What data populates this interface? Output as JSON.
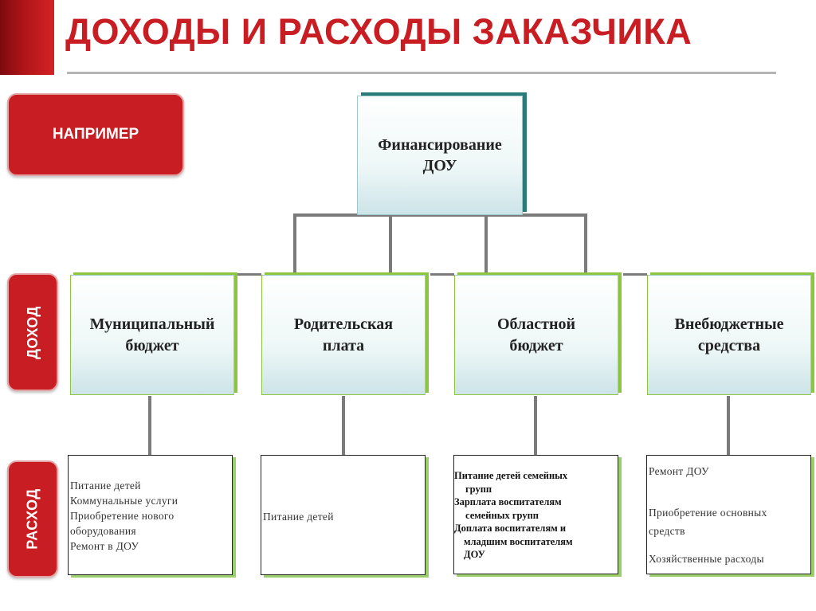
{
  "header": {
    "title": "ДОХОДЫ И РАСХОДЫ ЗАКАЗЧИКА"
  },
  "labels": {
    "example": "НАПРИМЕР",
    "income": "ДОХОД",
    "expense": "РАСХОД"
  },
  "root": {
    "lines": [
      "Финансирование",
      "ДОУ"
    ]
  },
  "sources": [
    {
      "lines": [
        "Муниципальный",
        "бюджет"
      ]
    },
    {
      "lines": [
        "Родительская",
        "плата"
      ]
    },
    {
      "lines": [
        "Областной",
        "бюджет"
      ]
    },
    {
      "lines": [
        "Внебюджетные",
        "средства"
      ]
    }
  ],
  "expenses": [
    {
      "lines": [
        "Питание детей",
        "Коммунальные услуги",
        "Приобретение нового",
        "оборудования",
        "Ремонт в ДОУ"
      ]
    },
    {
      "lines": [
        "Питание детей"
      ]
    },
    {
      "lines": [
        "Питание детей семейных",
        "групп",
        "Зарплата воспитателям",
        "семейных групп",
        "Доплата  воспитателям и",
        "младшим воспитателям",
        "ДОУ"
      ]
    },
    {
      "lines": [
        "Ремонт ДОУ",
        "Приобретение  основных",
        "средств",
        "Хозяйственные расходы"
      ]
    }
  ],
  "colors": {
    "accent": "#c81d22",
    "connector": "#7b7b7b",
    "root_shadow": "#2a7a7a",
    "source_shadow": "#8cc63f"
  }
}
